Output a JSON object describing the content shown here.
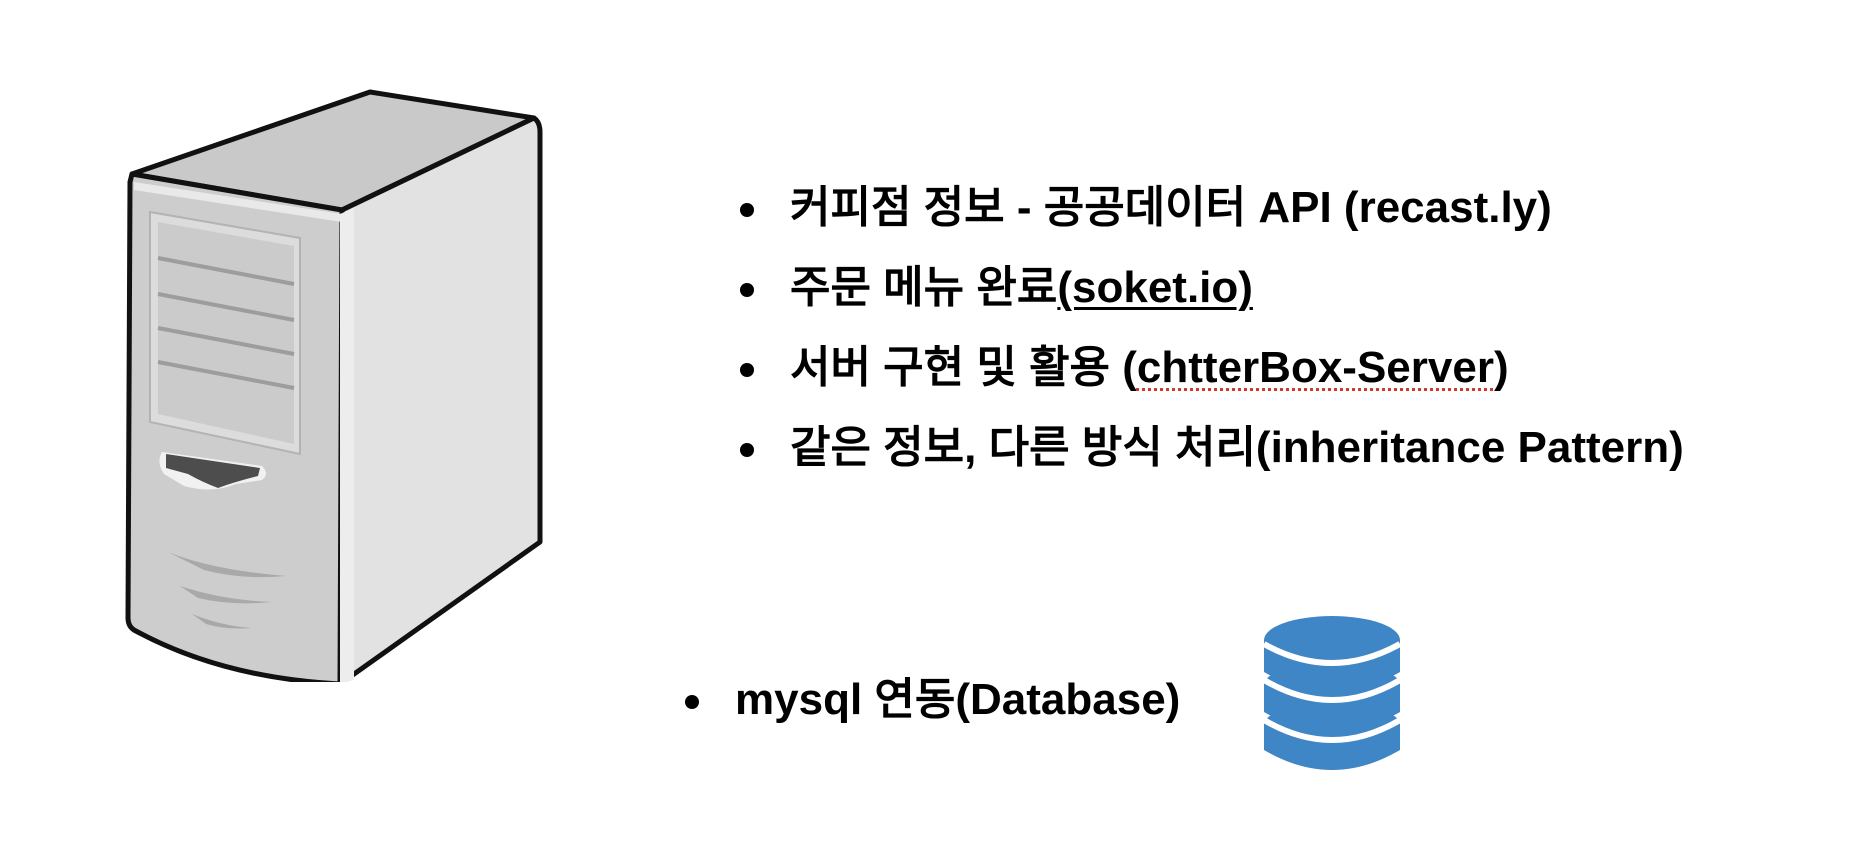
{
  "slide": {
    "items": [
      {
        "label": "커피점 정보 - 공공데이터 API (recast.ly)"
      },
      {
        "prefix": "주문 메뉴 완료",
        "link": "(soket.io)"
      },
      {
        "prefix": "서버 구현 및 활용 (",
        "flagged": "chtterBox-Server",
        "suffix": ")"
      },
      {
        "label": "같은 정보, 다른 방식 처리(inheritance Pattern)"
      }
    ],
    "database": {
      "label": "mysql 연동(Database)"
    }
  },
  "icons": {
    "server": "server-tower-icon",
    "database": "database-icon"
  },
  "colors": {
    "database_blue": "#3f86c6",
    "server_light": "#e2e2e3",
    "server_mid": "#c9c9ca",
    "spellcheck_red": "#d0392b"
  }
}
